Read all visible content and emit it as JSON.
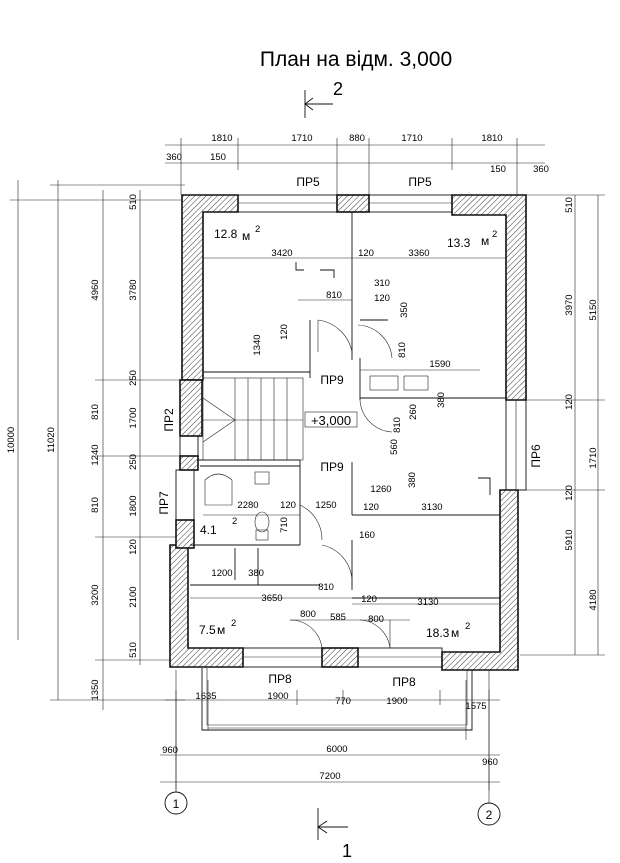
{
  "title": "План на відм. 3,000",
  "section_top": "2",
  "section_bottom": "1",
  "axes": [
    "1",
    "2"
  ],
  "level": "+3,000",
  "areas": {
    "room_nw": "12.8",
    "room_ne": "13.3",
    "room_wc": "4.1",
    "room_sw": "7.5",
    "room_se": "18.3",
    "unit_m": "м",
    "unit_sup": "2"
  },
  "openings": {
    "top_left": "ПР5",
    "top_right": "ПР5",
    "hall_upper": "ПР9",
    "hall_lower": "ПР9",
    "left_upper": "ПР2",
    "left_lower": "ПР7",
    "right": "ПР6",
    "bottom_left": "ПР8",
    "bottom_right": "ПР8"
  },
  "dims_top": {
    "top_chain": [
      "1810",
      "1710",
      "880",
      "1710",
      "1810"
    ],
    "second_chain": [
      "360",
      "150",
      "150",
      "360"
    ]
  },
  "dims_bottom": {
    "row1": [
      "1635",
      "1900",
      "770",
      "1900",
      "1575"
    ],
    "row2": [
      "960",
      "6000",
      "960"
    ],
    "row3": [
      "7200"
    ]
  },
  "dims_left": {
    "overall": "10000",
    "overall2": "11020",
    "chain1": [
      "4960",
      "810",
      "1240",
      "810",
      "3200",
      "1350"
    ],
    "chain2": [
      "510",
      "3780",
      "250",
      "1700",
      "250",
      "1800",
      "120",
      "2100",
      "510"
    ]
  },
  "dims_right": {
    "chain1": [
      "510",
      "3970",
      "120",
      "1710",
      "120",
      "4180"
    ],
    "chain2": [
      "5150",
      "5910"
    ]
  },
  "dims_inner": {
    "nw_width": "3420",
    "ne_width": "3360",
    "ne_120": "120",
    "d310": "310",
    "d810a": "810",
    "d120a": "120",
    "d350": "350",
    "d1340": "1340",
    "d120b": "120",
    "d810b": "810",
    "d1590": "1590",
    "d260": "260",
    "d380a": "380",
    "d810c": "810",
    "d560": "560",
    "d1260": "1260",
    "d380b": "380",
    "d2280": "2280",
    "d120c": "120",
    "d1250": "1250",
    "d120d": "120",
    "d3130a": "3130",
    "d710": "710",
    "d1200": "1200",
    "d380c": "380",
    "d160": "160",
    "d3650": "3650",
    "d810d": "810",
    "d120e": "120",
    "d3130b": "3130",
    "d800a": "800",
    "d585": "585",
    "d800b": "800"
  }
}
